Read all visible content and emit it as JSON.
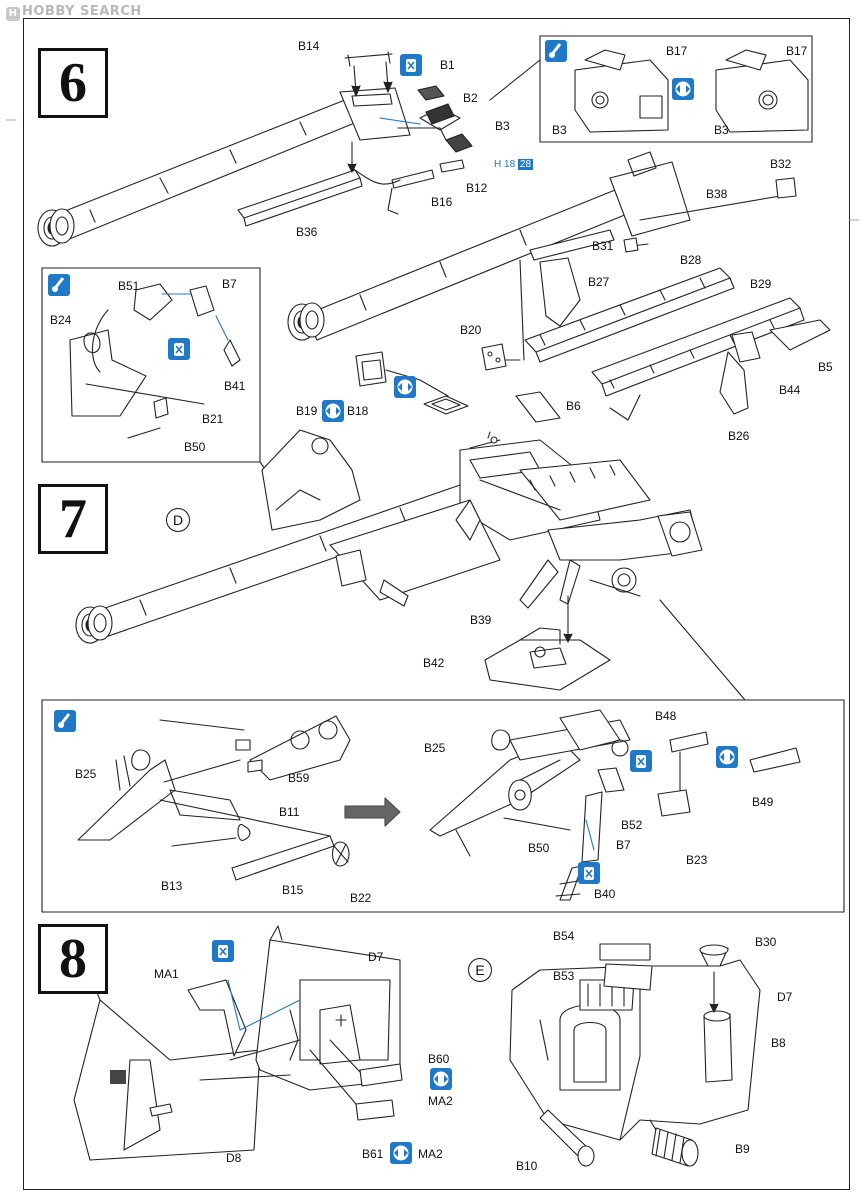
{
  "watermark": "HOBBY SEARCH",
  "steps": {
    "s6": "6",
    "s7": "7",
    "s8": "8"
  },
  "markers": {
    "D": "D",
    "E": "E"
  },
  "reference": {
    "prefix": "H",
    "first": "18",
    "second": "28"
  },
  "icons": {
    "brush": "paint-brush-icon",
    "nocement": "no-cement-icon",
    "bothsides": "both-sides-icon"
  },
  "colors": {
    "accent": "#1f78c8",
    "line": "#222222"
  },
  "labels": {
    "b14": "B14",
    "b1": "B1",
    "b2": "B2",
    "b3": "B3",
    "b12": "B12",
    "b16": "B16",
    "b36": "B36",
    "b17a": "B17",
    "b17b": "B17",
    "b3a": "B3",
    "b3b": "B3",
    "b32": "B32",
    "b38": "B38",
    "b31": "B31",
    "b28": "B28",
    "b27": "B27",
    "b29": "B29",
    "b5": "B5",
    "b44": "B44",
    "b26": "B26",
    "b6": "B6",
    "b20": "B20",
    "b18": "B18",
    "b19": "B19",
    "b51": "B51",
    "b7a": "B7",
    "b24a": "B24",
    "b41": "B41",
    "b21": "B21",
    "b50a": "B50",
    "b39": "B39",
    "b42": "B42",
    "b25a": "B25",
    "b59": "B59",
    "b11": "B11",
    "b13": "B13",
    "b15": "B15",
    "b22": "B22",
    "b25b": "B25",
    "b48": "B48",
    "b49": "B49",
    "b52": "B52",
    "b50b": "B50",
    "b7b": "B7",
    "b23": "B23",
    "b40": "B40",
    "ma1": "MA1",
    "d7a": "D7",
    "b60": "B60",
    "ma2a": "MA2",
    "b61": "B61",
    "ma2b": "MA2",
    "d8": "D8",
    "b54": "B54",
    "b30": "B30",
    "b53": "B53",
    "d7b": "D7",
    "b8": "B8",
    "b10": "B10",
    "b9": "B9"
  }
}
